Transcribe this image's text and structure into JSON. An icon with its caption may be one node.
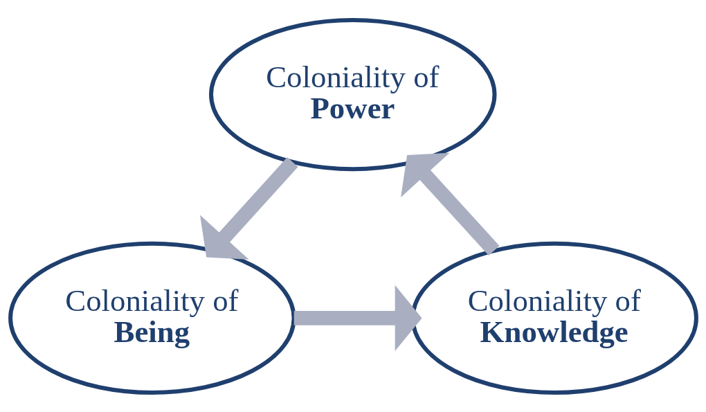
{
  "diagram": {
    "nodes": [
      {
        "text": [
          "Coloniality of",
          "Power"
        ]
      },
      {
        "text": [
          "Coloniality of",
          "Knowledge"
        ]
      },
      {
        "text": [
          "Coloniality of",
          "Being"
        ]
      }
    ],
    "edges": [
      {
        "from": 0,
        "to": 2,
        "arrow": "to"
      },
      {
        "from": 2,
        "to": 1,
        "arrow": "to"
      },
      {
        "from": 1,
        "to": 0,
        "arrow": "to"
      }
    ]
  }
}
